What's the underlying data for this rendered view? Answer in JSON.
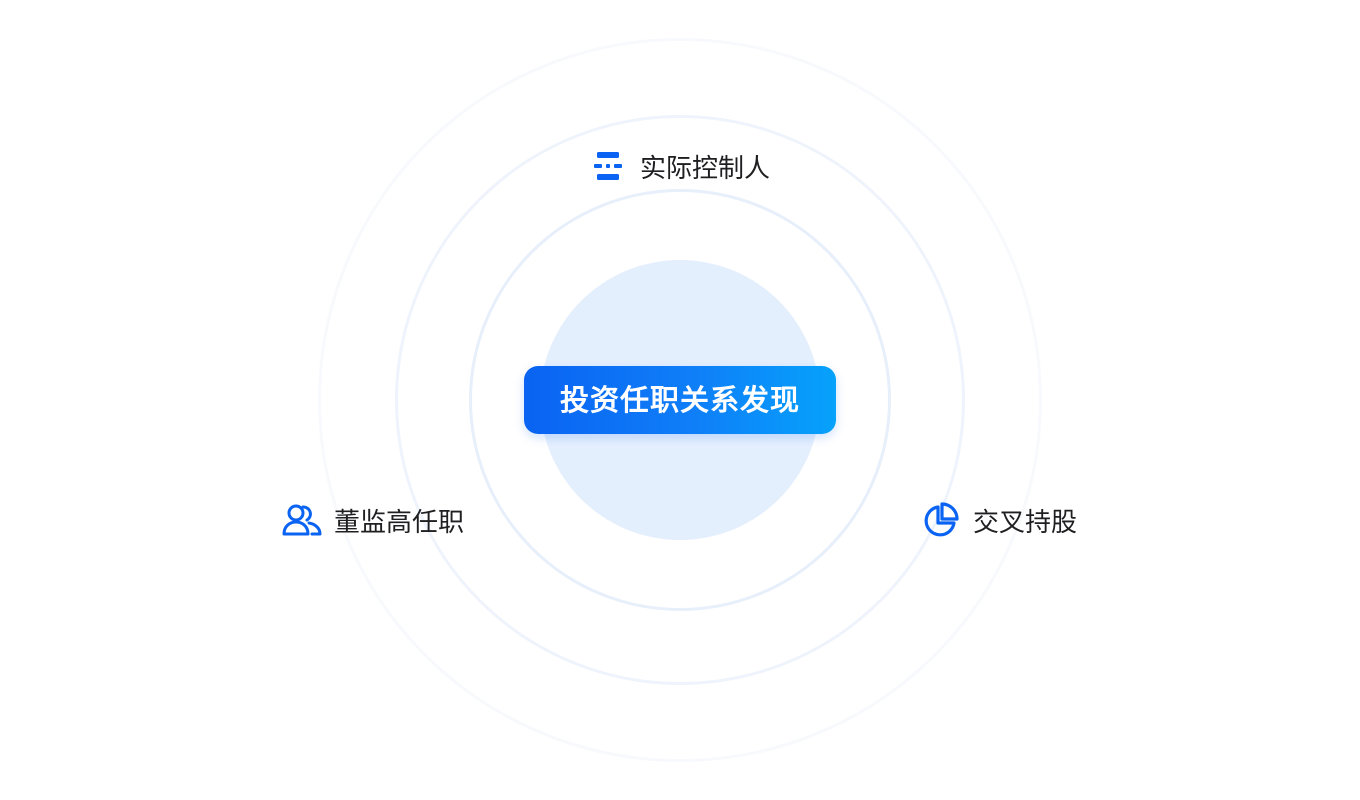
{
  "center": {
    "label": "投资任职关系发现"
  },
  "nodes": {
    "top": {
      "label": "实际控制人",
      "icon": "controller-stack-icon"
    },
    "left": {
      "label": "董监高任职",
      "icon": "people-icon"
    },
    "right": {
      "label": "交叉持股",
      "icon": "pie-chart-icon"
    }
  },
  "colors": {
    "accent": "#0a63f2",
    "accent_end": "#06a2fb",
    "core_fill": "#e4effd",
    "text": "#1f1f22"
  }
}
